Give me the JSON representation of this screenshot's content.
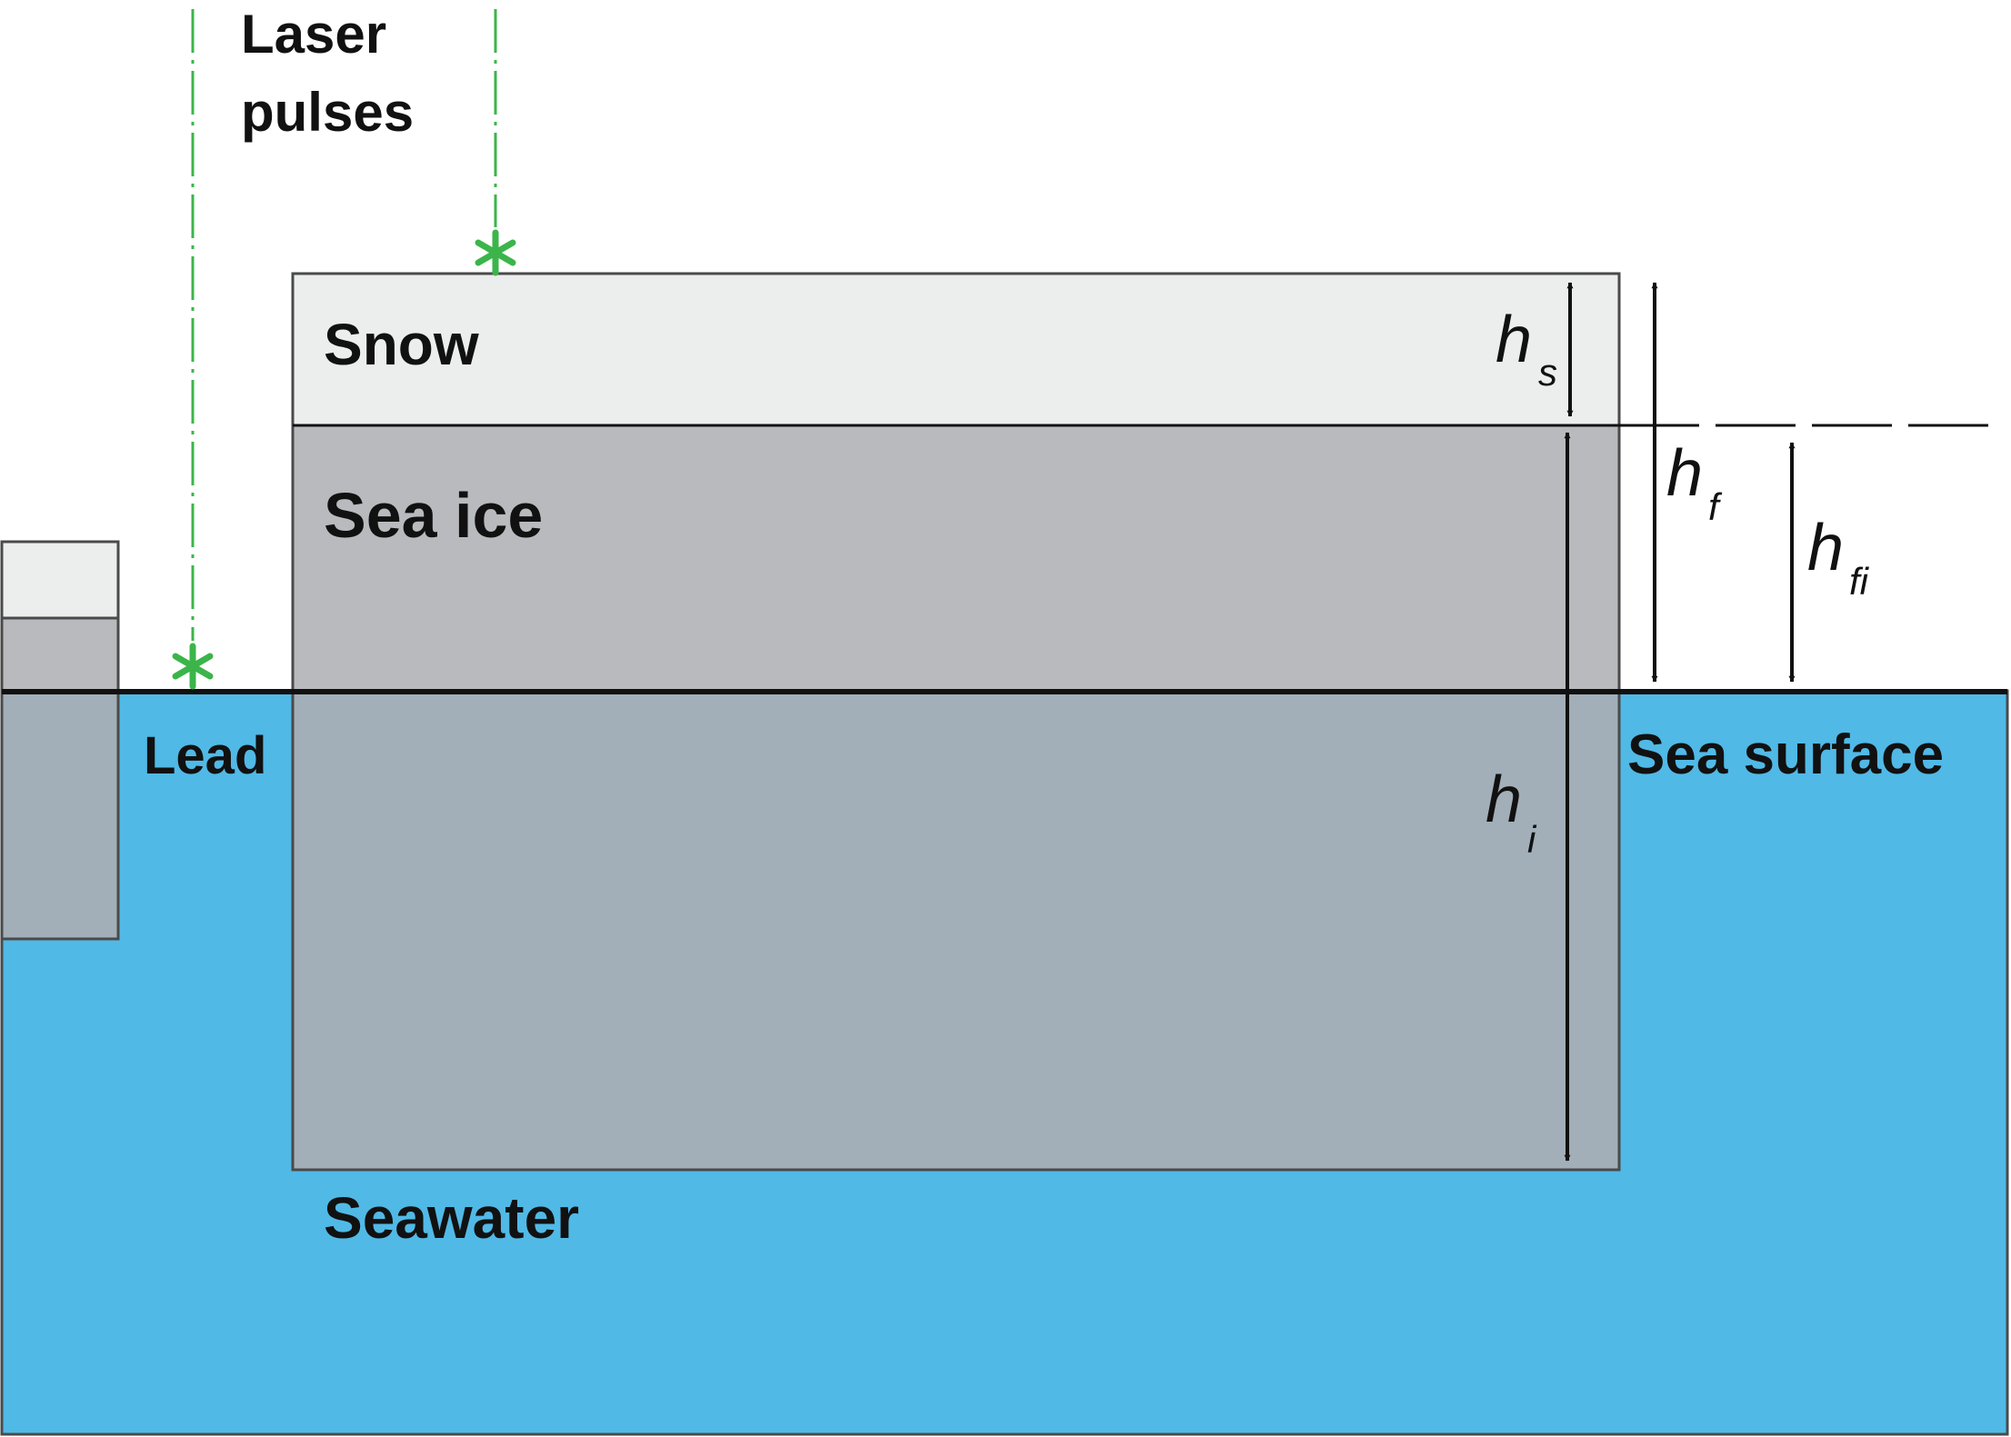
{
  "labels": {
    "laser_line1": "Laser",
    "laser_line2": "pulses",
    "snow": "Snow",
    "sea_ice": "Sea ice",
    "lead": "Lead",
    "sea_surface": "Sea surface",
    "seawater": "Seawater"
  },
  "variables": {
    "hs": {
      "base": "h",
      "sub": "s"
    },
    "hf": {
      "base": "h",
      "sub": "f"
    },
    "hfi": {
      "base": "h",
      "sub": "fi"
    },
    "hi": {
      "base": "h",
      "sub": "i"
    }
  },
  "colors": {
    "seawater": "#51b9e6",
    "snow": "#eceeed",
    "sea_ice_above": "#b8babd",
    "sea_ice_below": "#a2afb8",
    "laser": "#3bb54a",
    "outline": "#4a4a4a",
    "line": "#111111"
  }
}
